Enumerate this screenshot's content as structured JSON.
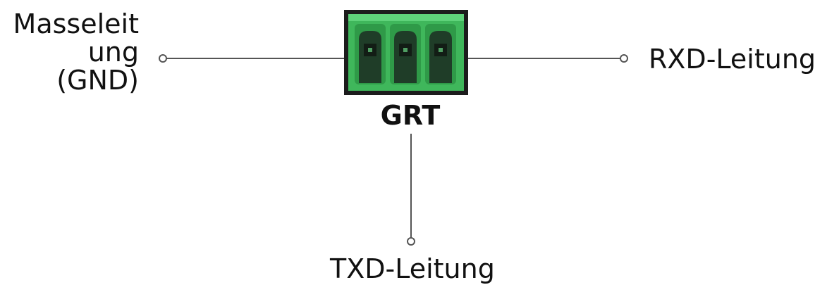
{
  "connector": {
    "label": "GRT",
    "pins": 3,
    "body_color": "#3fb75b",
    "frame_color": "#1c1c1c"
  },
  "wires": {
    "ground": {
      "label_lines": [
        "Masseleit",
        "ung",
        "(GND)"
      ]
    },
    "rxd": {
      "label": "RXD-Leitung"
    },
    "txd": {
      "label": "TXD-Leitung"
    }
  },
  "colors": {
    "line": "#555555",
    "terminal_fill": "#ffffff"
  }
}
